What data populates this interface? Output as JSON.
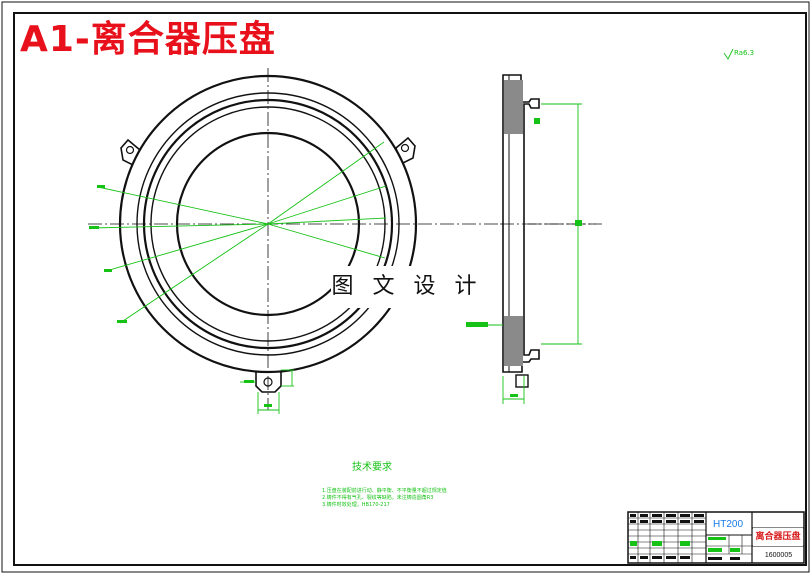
{
  "drawing": {
    "title": "A1-离合器压盘",
    "watermark": "图 文 设 计",
    "roughness_symbol": "Ra6.3",
    "tech_requirements": {
      "title": "技术要求",
      "notes": [
        "1.压盘在装配前进行动、静平衡、不平衡量不超过规定值",
        "2.铸件不得有气孔、裂纹等缺陷，未注铸造圆角R3",
        "3.铸件时效处理，HB170-217"
      ]
    },
    "title_block": {
      "material": "HT200",
      "part_name": "离合器压盘",
      "drawing_code": "1600005"
    }
  },
  "colors": {
    "outline": "#000000",
    "dimension": "#16c216",
    "title_red": "#e8101b",
    "material_blue": "#1a7ae8"
  }
}
